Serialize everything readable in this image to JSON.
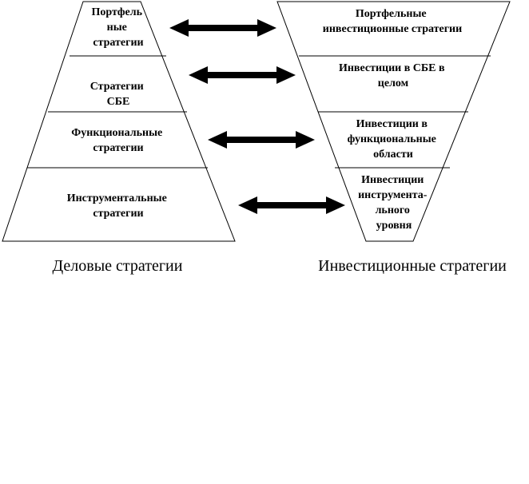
{
  "colors": {
    "stroke": "#000000",
    "fill": "#ffffff",
    "arrow": "#000000"
  },
  "left_pyramid": {
    "caption": "Деловые стратегии",
    "levels": [
      {
        "lines": [
          "Портфель",
          "ные",
          "стратегии"
        ]
      },
      {
        "lines": [
          "Стратегии",
          "СБЕ"
        ]
      },
      {
        "lines": [
          "Функциональные",
          "стратегии"
        ]
      },
      {
        "lines": [
          "Инструментальные",
          "стратегии"
        ]
      }
    ]
  },
  "right_pyramid": {
    "caption": "Инвестиционные стратегии",
    "levels": [
      {
        "lines": [
          "Портфельные",
          "инвестиционные стратегии"
        ]
      },
      {
        "lines": [
          "Инвестиции в СБЕ в",
          "целом"
        ]
      },
      {
        "lines": [
          "Инвестиции в",
          "функциональные",
          "области"
        ]
      },
      {
        "lines": [
          "Инвестиции",
          "инструмента-",
          "льного",
          "уровня"
        ]
      }
    ]
  },
  "arrows": [
    {
      "icon": "double-arrow-icon"
    },
    {
      "icon": "double-arrow-icon"
    },
    {
      "icon": "double-arrow-icon"
    },
    {
      "icon": "double-arrow-icon"
    }
  ]
}
